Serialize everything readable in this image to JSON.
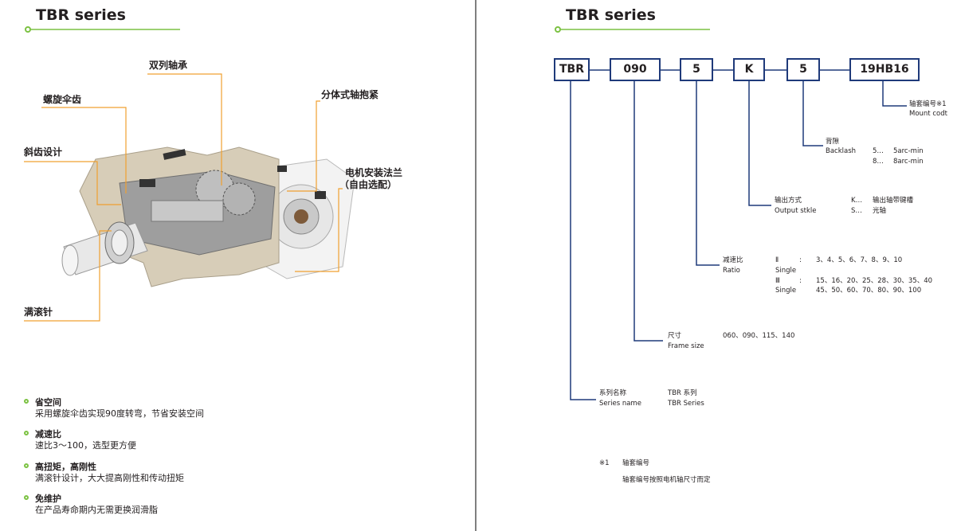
{
  "left": {
    "title": "TBR series",
    "callouts": {
      "double_bearing": "双列轴承",
      "spiral_bevel": "螺旋伞齿",
      "helical": "斜齿设计",
      "split_clamp": "分体式轴抱紧",
      "motor_flange_1": "电机安装法兰",
      "motor_flange_2": "（自由选配）",
      "needle_roller": "满滚针"
    },
    "features": [
      {
        "title": "省空间",
        "desc": "采用螺旋伞齿实现90度转弯，节省安装空间"
      },
      {
        "title": "减速比",
        "desc": "速比3～100，选型更方便"
      },
      {
        "title": "高扭矩，高刚性",
        "desc": "满滚针设计，大大提高刚性和传动扭矩"
      },
      {
        "title": "免维护",
        "desc": "在产品寿命期内无需更换润滑脂"
      }
    ]
  },
  "right": {
    "title": "TBR series",
    "codes": [
      "TBR",
      "090",
      "5",
      "K",
      "5",
      "19HB16"
    ],
    "mount": {
      "cn": "轴套编号※1",
      "en": "Mount codt"
    },
    "backlash": {
      "cn": "背隙",
      "en": "Backlash",
      "opt1_key": "5…",
      "opt1_val": "5arc-min",
      "opt2_key": "8…",
      "opt2_val": "8arc-min"
    },
    "output": {
      "cn": "输出方式",
      "en": "Output stkle",
      "opt1_key": "K…",
      "opt1_val": "输出轴带键槽",
      "opt2_key": "S…",
      "opt2_val": "光轴"
    },
    "ratio": {
      "cn": "减速比",
      "en": "Ratio",
      "r1_key": "Ⅱ",
      "r1_colon": ":",
      "r1_val": "3、4、5、6、7、8、9、10",
      "r1_sub": "Single",
      "r2_key": "Ⅲ",
      "r2_colon": ":",
      "r2_val": "15、16、20、25、28、30、35、40",
      "r2_sub": "Single",
      "r2_val2": "45、50、60、70、80、90、100"
    },
    "frame": {
      "cn": "尺寸",
      "en": "Frame size",
      "val": "060、090、115、140"
    },
    "series": {
      "cn": "系列名称",
      "en": "Series name",
      "val_cn": "TBR 系列",
      "val_en": "TBR Series"
    },
    "note": {
      "mark": "※1",
      "line1": "轴套编号",
      "line2": "轴套编号按照电机轴尺寸而定"
    }
  },
  "colors": {
    "accent_green": "#7cc243",
    "callout_orange": "#f0a030",
    "box_blue": "#1f3a7a"
  }
}
